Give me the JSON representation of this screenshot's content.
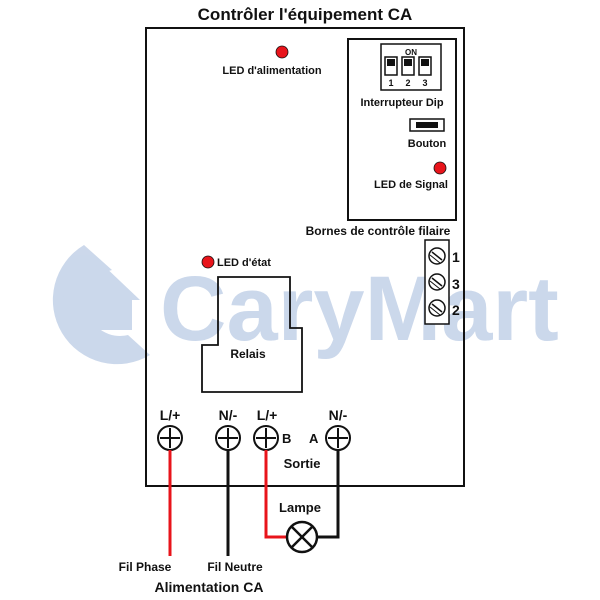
{
  "title": "Contrôler l'équipement CA",
  "watermark": "CaryMart",
  "labels": {
    "power_led": "LED d'alimentation",
    "dip_on": "ON",
    "dip_numbers": [
      "1",
      "2",
      "3"
    ],
    "dip_switch": "Interrupteur Dip",
    "button": "Bouton",
    "signal_led": "LED de Signal",
    "wired_terminals": "Bornes de contrôle filaire",
    "wired_terminal_numbers": [
      "1",
      "3",
      "2"
    ],
    "status_led": "LED d'état",
    "relay": "Relais",
    "terminal_labels": [
      "L/+",
      "N/-",
      "L/+",
      "N/-"
    ],
    "terminal_b": "B",
    "terminal_a": "A",
    "output": "Sortie",
    "lamp": "Lampe",
    "phase_wire": "Fil Phase",
    "neutral_wire": "Fil Neutre",
    "power_supply": "Alimentation CA"
  },
  "colors": {
    "led": "#e8141b",
    "phase_wire": "#e8141b",
    "neutral_wire": "#111111",
    "watermark": "#c9d6ea",
    "frame": "#111111"
  }
}
